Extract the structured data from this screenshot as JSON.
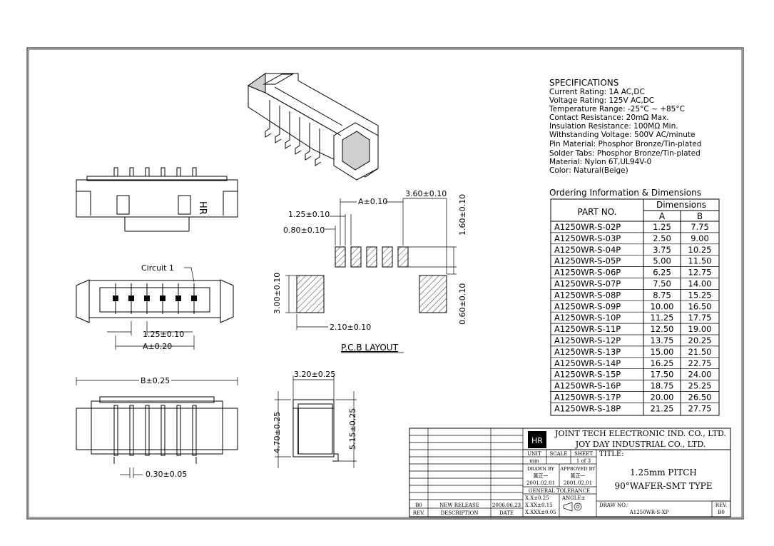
{
  "specifications": {
    "heading": "SPECIFICATIONS",
    "lines": [
      "Current Rating: 1A AC,DC",
      "Voltage Rating: 125V AC,DC",
      "Temperature Range: -25°C ~ +85°C",
      "Contact Resistance: 20mΩ Max.",
      "Insulation Resistance: 100MΩ Min.",
      "Withstanding Voltage: 500V AC/minute",
      "Pin Material: Phosphor Bronze/Tin-plated",
      "Solder Tabs: Phosphor Bronze/Tin-plated",
      "Material: Nylon 6T,UL94V-0",
      "Color: Natural(Beige)"
    ]
  },
  "ordering": {
    "heading": "Ordering Information & Dimensions",
    "col_part": "PART NO.",
    "col_dimensions": "Dimensions",
    "col_a": "A",
    "col_b": "B",
    "rows": [
      [
        "A1250WR-S-02P",
        "1.25",
        "7.75"
      ],
      [
        "A1250WR-S-03P",
        "2.50",
        "9.00"
      ],
      [
        "A1250WR-S-04P",
        "3.75",
        "10.25"
      ],
      [
        "A1250WR-S-05P",
        "5.00",
        "11.50"
      ],
      [
        "A1250WR-S-06P",
        "6.25",
        "12.75"
      ],
      [
        "A1250WR-S-07P",
        "7.50",
        "14.00"
      ],
      [
        "A1250WR-S-08P",
        "8.75",
        "15.25"
      ],
      [
        "A1250WR-S-09P",
        "10.00",
        "16.50"
      ],
      [
        "A1250WR-S-10P",
        "11.25",
        "17.75"
      ],
      [
        "A1250WR-S-11P",
        "12.50",
        "19.00"
      ],
      [
        "A1250WR-S-12P",
        "13.75",
        "20.25"
      ],
      [
        "A1250WR-S-13P",
        "15.00",
        "21.50"
      ],
      [
        "A1250WR-S-14P",
        "16.25",
        "22.75"
      ],
      [
        "A1250WR-S-15P",
        "17.50",
        "24.00"
      ],
      [
        "A1250WR-S-16P",
        "18.75",
        "25.25"
      ],
      [
        "A1250WR-S-17P",
        "20.00",
        "26.50"
      ],
      [
        "A1250WR-S-18P",
        "21.25",
        "27.75"
      ]
    ]
  },
  "dims": {
    "a_010": "A±0.10",
    "d_360": "3.60±0.10",
    "d_125_010": "1.25±0.10",
    "d_080": "0.80±0.10",
    "d_160": "1.60±0.10",
    "d_300": "3.00±0.10",
    "d_060": "0.60±0.10",
    "d_210": "2.10±0.10",
    "pcb_layout": "P.C.B LAYOUT",
    "circuit": "Circuit 1",
    "d_125_010b": "1.25±0.10",
    "a_020": "A±0.20",
    "b_025": "B±0.25",
    "d_030": "0.30±0.05",
    "d_320": "3.20±0.25",
    "d_470": "4.70±0.25",
    "d_515": "5.15±0.25"
  },
  "title_block": {
    "company_1": "JOINT TECH ELECTRONIC IND. CO., LTD.",
    "company_2": "JOY DAY INDUSTRIAL CO., LTD.",
    "unit_label": "UNIT",
    "unit_value": "mm",
    "scale_label": "SCALE",
    "sheet_label": "SHEET",
    "sheet_value": "1 of 3",
    "drawn_by": "DRAWN BY",
    "drawn_name": "黃正一",
    "drawn_date": "2001.02.01",
    "approved_by": "APPROVED BY",
    "approved_name": "黃正一",
    "approved_date": "2001.02.01",
    "general_tolerance": "GENERAL TOLERANCE",
    "tol_1": "X.X±0.25",
    "tol_2": "X.XX±0.15",
    "tol_3": "X.XXX±0.05",
    "angle": "ANGLE±",
    "title_label": "TITLE:",
    "title_1": "1.25mm PITCH",
    "title_2": "90°WAFER-SMT TYPE",
    "draw_no_label": "DRAW NO.:",
    "draw_no": "A1250WR-S-XP",
    "rev_label": "REV.",
    "rev_value": "B0",
    "rev_row_rev": "B0",
    "rev_row_desc": "NEW RELEASE",
    "rev_row_date": "2006.06.23",
    "hdr_rev": "REV.",
    "hdr_desc": "DESCRIPTION",
    "hdr_date": "DATE",
    "logo_text": "HR"
  }
}
